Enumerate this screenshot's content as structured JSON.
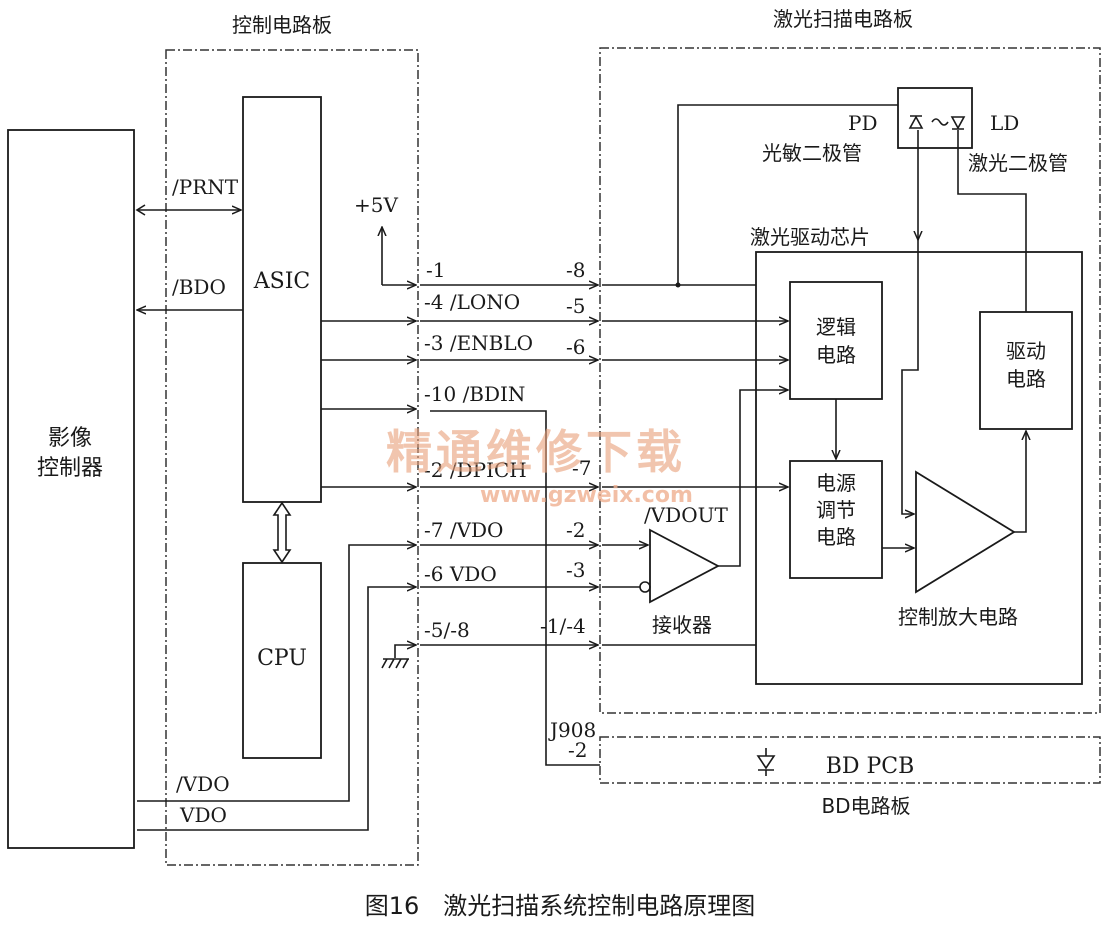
{
  "boards": {
    "control_board": "控制电路板",
    "laser_board": "激光扫描电路板",
    "bd_board": "BD电路板"
  },
  "blocks": {
    "image_controller": "影像\n控制器",
    "asic": "ASIC",
    "cpu": "CPU",
    "laser_driver_chip": "激光驱动芯片",
    "logic_circuit": "逻辑\n电路",
    "power_regulator": "电源\n调节\n电路",
    "drive_circuit": "驱动\n电路",
    "control_amp": "控制放大电路",
    "receiver": "接收器",
    "bd_pcb": "BD PCB"
  },
  "components": {
    "pd": "PD",
    "pd_name": "光敏二极管",
    "ld": "LD",
    "ld_name": "激光二极管"
  },
  "signals": {
    "prnt": "/PRNT",
    "bdo": "/BDO",
    "vdo_bar_left": "/VDO",
    "vdo_left": "VDO",
    "vdout": "/VDOUT",
    "supply": "+5V",
    "j908": "J908"
  },
  "connector_left": [
    "-1",
    "-4 /LONO",
    "-3 /ENBLO",
    "-10 /BDIN",
    "-2 /DPICH",
    "-7 /VDO",
    "-6 VDO",
    "-5/-8"
  ],
  "connector_right": [
    "-8",
    "-5",
    "-6",
    "-7",
    "-2",
    "-3",
    "-1/-4"
  ],
  "bd_pin": "-2",
  "watermark": {
    "text": "精通维修下载",
    "url": "www.gzweix.com"
  },
  "caption": "图16　激光扫描系统控制电路原理图"
}
